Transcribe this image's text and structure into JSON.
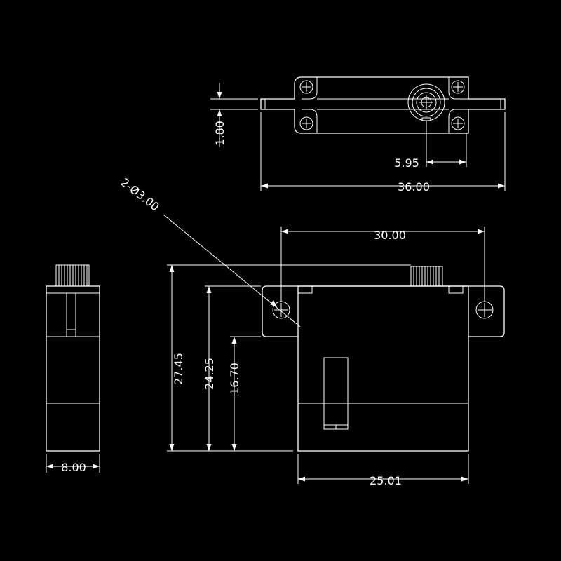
{
  "colors": {
    "background": "#000000",
    "line": "#ffffff"
  },
  "dimensions": {
    "flange_thickness": "1.80",
    "output_offset": "5.95",
    "overall_length": "36.00",
    "hole_spacing": "30.00",
    "holes": "2-Ø3.00",
    "total_height": "27.45",
    "flange_height": "24.25",
    "case_height": "16.70",
    "body_length": "25.01",
    "width": "8.00"
  }
}
